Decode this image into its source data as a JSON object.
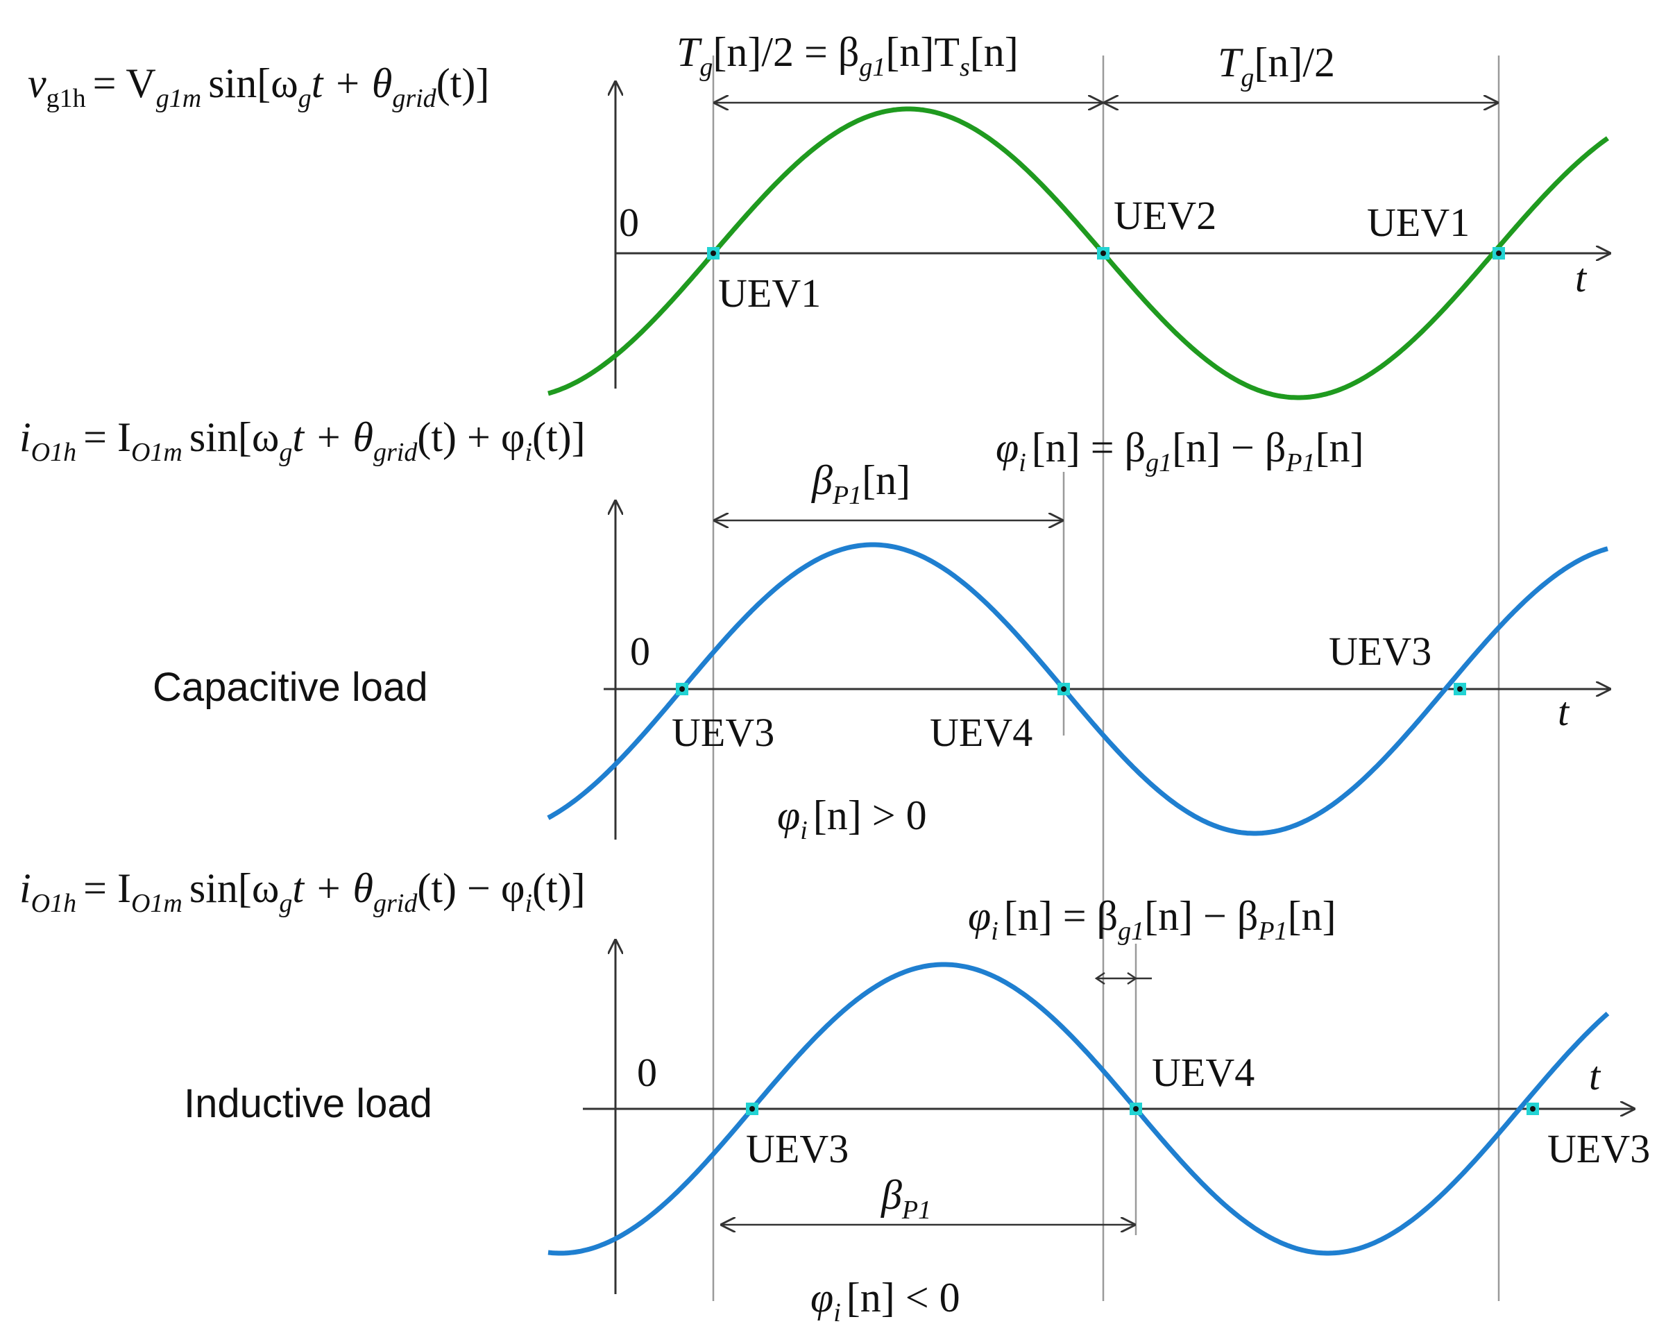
{
  "colors": {
    "voltage": "#1f9a1f",
    "current": "#1f7fd0",
    "marker": "#22d3d3",
    "axis": "#333333",
    "guide": "#9a9a9a"
  },
  "top": {
    "equation": "v_g1h = V_g1m sin[ω_g t + θ_grid(t)]",
    "eq_parts": {
      "v": "v",
      "g1h": "g1h",
      "eqV": "= V",
      "g1m": "g1m",
      "sinw": "sin[ω",
      "g": "g",
      "tth": "t + θ",
      "grid": "grid",
      "tclose": "(t)]"
    },
    "period_left": "T_g[n]/2 = β_g1[n]T_s[n]",
    "pl_parts": {
      "T": "T",
      "g": "g",
      "mid": "[n]/2 = β",
      "g1": "g1",
      "nT": "[n]T",
      "s": "s",
      "n": "[n]"
    },
    "period_right": "T_g[n]/2",
    "pr_parts": {
      "T": "T",
      "g": "g",
      "rest": "[n]/2"
    },
    "zero": "0",
    "t": "t",
    "uev_a": "UEV1",
    "uev_b": "UEV2",
    "uev_c": "UEV1"
  },
  "capacitive": {
    "load_label": "Capacitive load",
    "equation": "i_O1h = I_O1m sin[ω_g t + θ_grid(t) + φ_i(t)]",
    "eq_parts": {
      "i": "i",
      "o1h": "O1h",
      "eqI": "= I",
      "o1m": "O1m",
      "sinw": "sin[ω",
      "g": "g",
      "tth": "t + θ",
      "grid": "grid",
      "tphi": "(t) + φ",
      "isub": "i",
      "tclose": "(t)]"
    },
    "phase_eq": "φ_i[n] = β_g1[n] − β_P1[n]",
    "ph_parts": {
      "phi": "φ",
      "i": "i",
      "eqb": "[n] = β",
      "g1": "g1",
      "nminus": "[n] − β",
      "p1": "P1",
      "n": "[n]"
    },
    "beta_label": "β_P1[n]",
    "b_parts": {
      "b": "β",
      "p1": "P1",
      "n": "[n]"
    },
    "zero": "0",
    "t": "t",
    "uev_a": "UEV3",
    "uev_b": "UEV4",
    "uev_c": "UEV3",
    "condition": "φ_i[n] > 0",
    "cond_parts": {
      "phi": "φ",
      "i": "i",
      "rest": "[n] > 0"
    }
  },
  "inductive": {
    "load_label": "Inductive load",
    "equation": "i_O1h = I_O1m sin[ω_g t + θ_grid(t) − φ_i(t)]",
    "eq_parts": {
      "i": "i",
      "o1h": "O1h",
      "eqI": "= I",
      "o1m": "O1m",
      "sinw": "sin[ω",
      "g": "g",
      "tth": "t + θ",
      "grid": "grid",
      "tphi": "(t) − φ",
      "isub": "i",
      "tclose": "(t)]"
    },
    "phase_eq": "φ_i[n] = β_g1[n] − β_P1[n]",
    "ph_parts": {
      "phi": "φ",
      "i": "i",
      "eqb": "[n] = β",
      "g1": "g1",
      "nminus": "[n] − β",
      "p1": "P1",
      "n": "[n]"
    },
    "beta_label": "β_P1",
    "b_parts": {
      "b": "β",
      "p1": "P1"
    },
    "zero": "0",
    "t": "t",
    "uev_a": "UEV3",
    "uev_b": "UEV4",
    "uev_c": "UEV3",
    "condition": "φ_i[n] < 0",
    "cond_parts": {
      "phi": "φ",
      "i": "i",
      "rest": "[n] < 0"
    }
  }
}
